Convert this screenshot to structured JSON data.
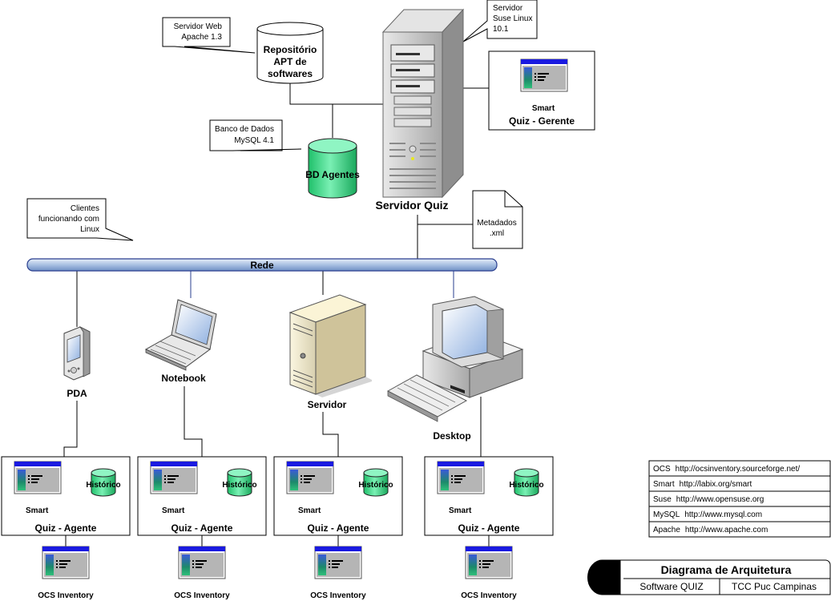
{
  "callouts": {
    "web_server": [
      "Servidor Web",
      "Apache 1.3"
    ],
    "suse": [
      "Servidor",
      "Suse Linux",
      "10.1"
    ],
    "db": [
      "Banco de Dados",
      "MySQL 4.1"
    ],
    "clients": [
      "Clientes",
      "funcionando com",
      "Linux"
    ],
    "metadata": [
      "Metadados",
      ".xml"
    ]
  },
  "repository": [
    "Repositório",
    "APT de",
    "softwares"
  ],
  "bd_agentes": "BD Agentes",
  "servidor_quiz": "Servidor Quiz",
  "smart_gerente": {
    "line1": "Smart",
    "line2": "Quiz - Gerente"
  },
  "network": "Rede",
  "devices": {
    "pda": "PDA",
    "notebook": "Notebook",
    "servidor": "Servidor",
    "desktop": "Desktop"
  },
  "agent": {
    "smart": "Smart",
    "quiz": "Quiz - Agente",
    "historico": "Histórico",
    "ocs": "OCS Inventory"
  },
  "legend": [
    {
      "name": "OCS",
      "url": "http://ocsinventory.sourceforge.net/"
    },
    {
      "name": "Smart",
      "url": "http://labix.org/smart"
    },
    {
      "name": "Suse",
      "url": "http://www.opensuse.org"
    },
    {
      "name": "MySQL",
      "url": "http://www.mysql.com"
    },
    {
      "name": "Apache",
      "url": "http://www.apache.com"
    }
  ],
  "title_block": {
    "title": "Diagrama de Arquitetura",
    "left": "Software QUIZ",
    "right": "TCC Puc Campinas"
  },
  "colors": {
    "window_titlebar": "#1a1ae0",
    "window_body": "#b3b3b3",
    "cylinder_green": "#33dd88",
    "network_bar": "#b8cce8",
    "server_gray": "#c8c8c8"
  }
}
